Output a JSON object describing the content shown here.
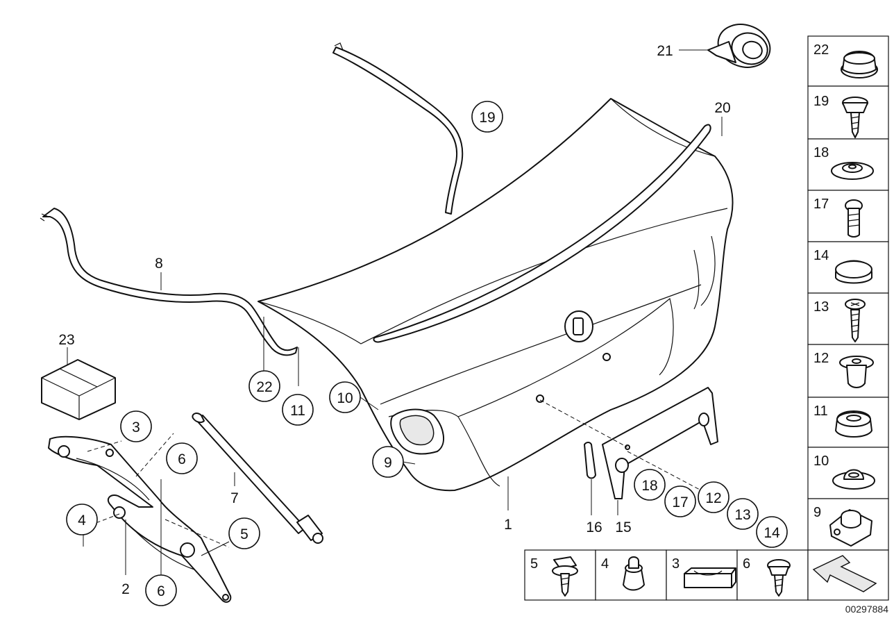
{
  "diagram": {
    "reference_number": "00297884",
    "plain_labels": [
      {
        "id": "l1",
        "text": "1"
      },
      {
        "id": "l2",
        "text": "2"
      },
      {
        "id": "l7",
        "text": "7"
      },
      {
        "id": "l8",
        "text": "8"
      },
      {
        "id": "l15",
        "text": "15"
      },
      {
        "id": "l16",
        "text": "16"
      },
      {
        "id": "l20",
        "text": "20"
      },
      {
        "id": "l21",
        "text": "21"
      },
      {
        "id": "l23",
        "text": "23"
      }
    ],
    "callouts": [
      {
        "id": "c3",
        "text": "3"
      },
      {
        "id": "c4",
        "text": "4"
      },
      {
        "id": "c5",
        "text": "5"
      },
      {
        "id": "c6a",
        "text": "6"
      },
      {
        "id": "c6b",
        "text": "6"
      },
      {
        "id": "c9",
        "text": "9"
      },
      {
        "id": "c10",
        "text": "10"
      },
      {
        "id": "c11",
        "text": "11"
      },
      {
        "id": "c12",
        "text": "12"
      },
      {
        "id": "c13",
        "text": "13"
      },
      {
        "id": "c14",
        "text": "14"
      },
      {
        "id": "c17",
        "text": "17"
      },
      {
        "id": "c18",
        "text": "18"
      },
      {
        "id": "c19",
        "text": "19"
      },
      {
        "id": "c22",
        "text": "22"
      }
    ],
    "side_panel": [
      "22",
      "19",
      "18",
      "17",
      "14",
      "13",
      "12",
      "11",
      "10",
      "9"
    ],
    "bottom_panel": [
      "5",
      "4",
      "3",
      "6"
    ]
  }
}
